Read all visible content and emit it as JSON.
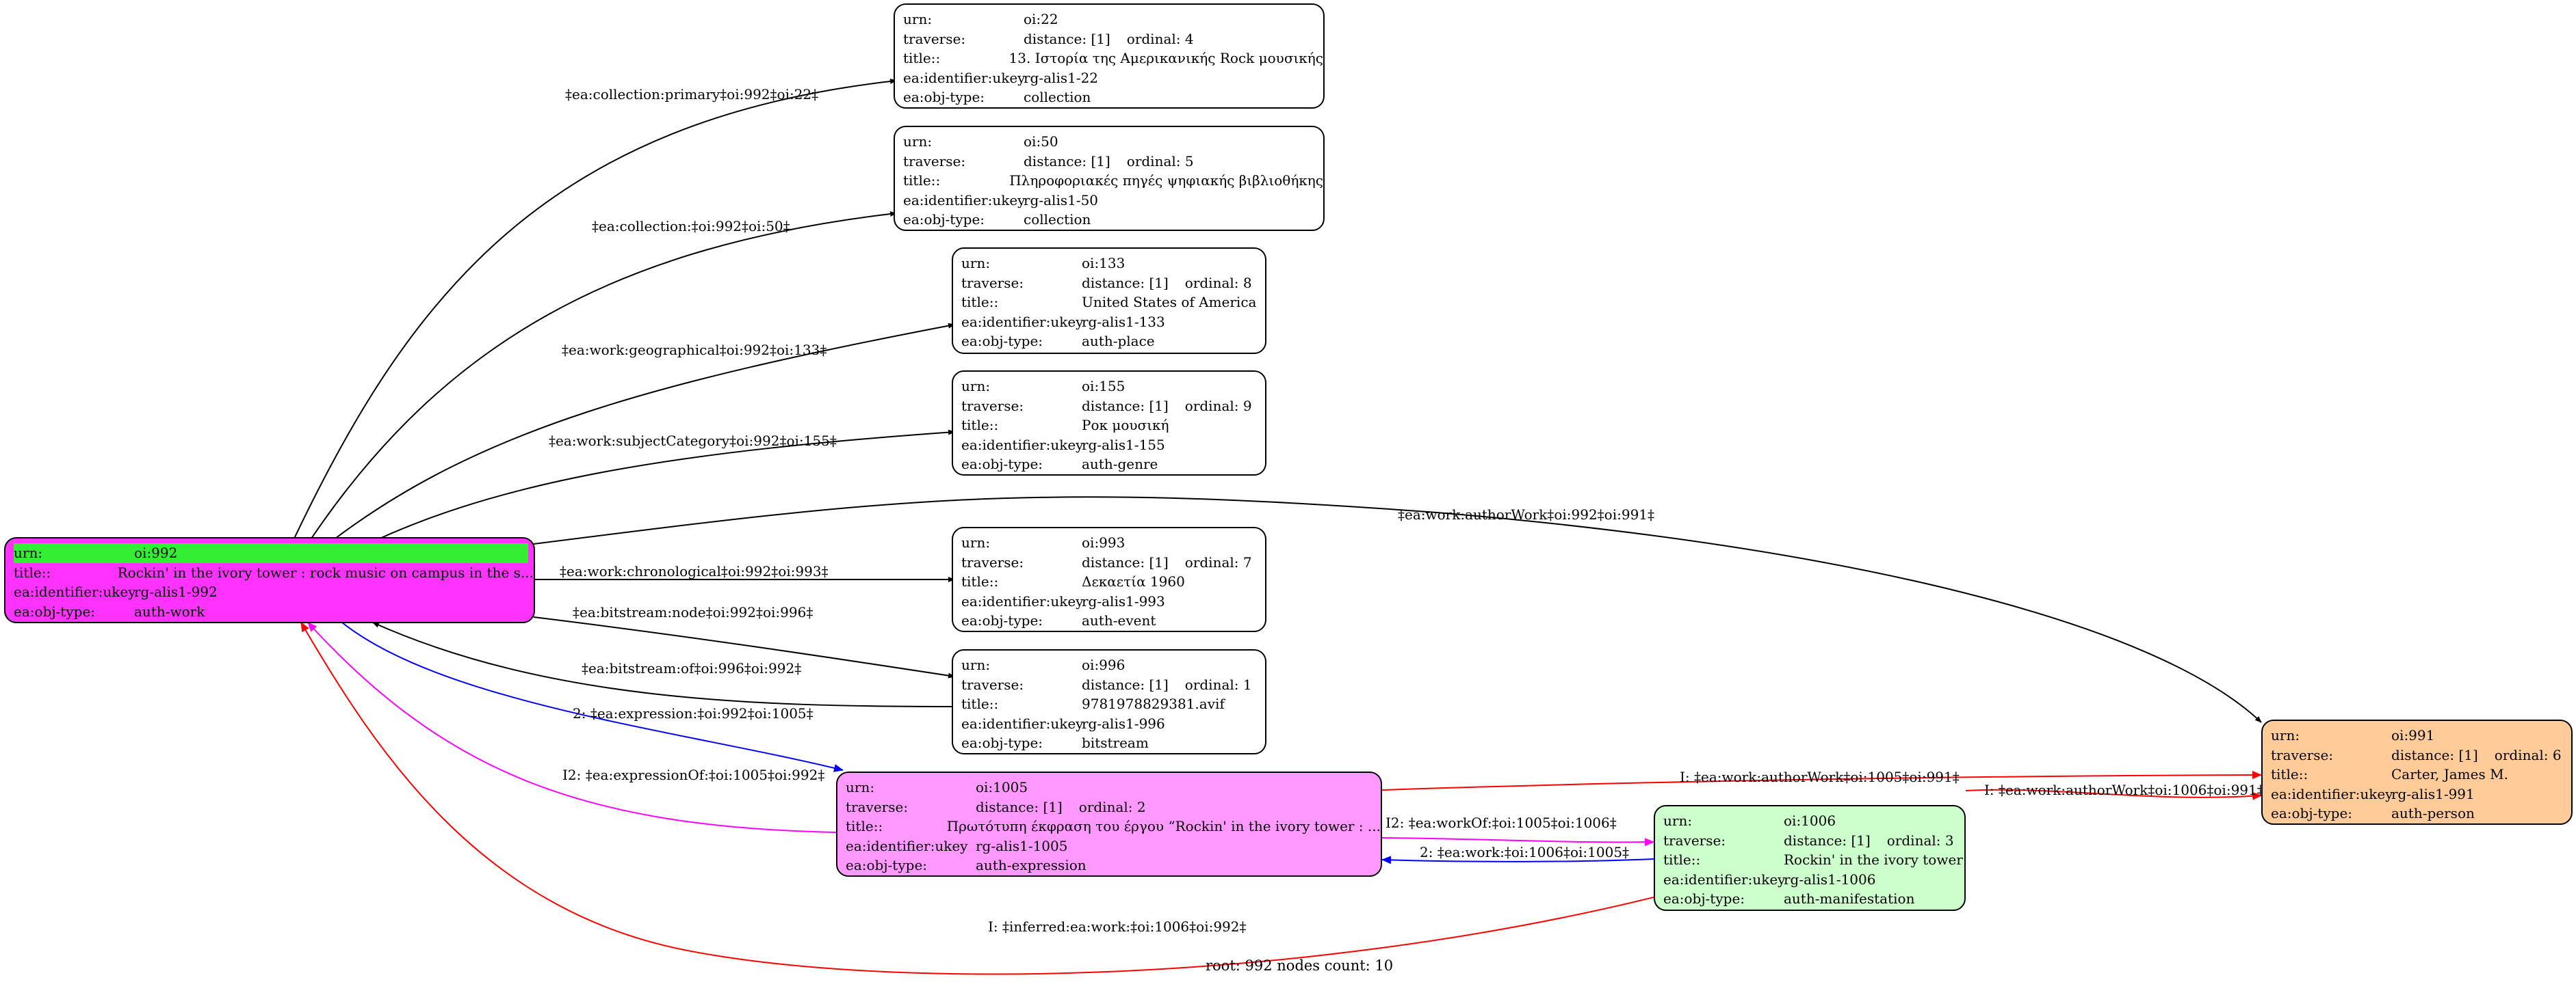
{
  "footer": "root: 992 nodes count: 10",
  "field_labels": {
    "urn": "urn:",
    "traverse": "traverse:",
    "title": "title::",
    "ukey": "ea:identifier:ukey",
    "objtype": "ea:obj-type:"
  },
  "colors": {
    "root": "#ff33ff",
    "root_urn_highlight": "#33ee33",
    "expression": "#ff99ff",
    "manifestation": "#ccffcc",
    "person": "#ffcc99",
    "default": "#ffffff",
    "edge_black": "#000000",
    "edge_blue": "#0000ff",
    "edge_magenta": "#ff00ff",
    "edge_red": "#ff0000"
  },
  "nodes": {
    "n992": {
      "urn": "oi:992",
      "title": "Rockin' in the ivory tower : rock music on campus in the s...",
      "ukey": "rg-alis1-992",
      "objtype": "auth-work"
    },
    "n22": {
      "urn": "oi:22",
      "distance": "distance: [1]",
      "ordinal": "ordinal: 4",
      "title": "13. Ιστορία της Αμερικανικής Rock μουσικής",
      "ukey": "rg-alis1-22",
      "objtype": "collection"
    },
    "n50": {
      "urn": "oi:50",
      "distance": "distance: [1]",
      "ordinal": "ordinal: 5",
      "title": "Πληροφοριακές πηγές ψηφιακής βιβλιοθήκης",
      "ukey": "rg-alis1-50",
      "objtype": "collection"
    },
    "n133": {
      "urn": "oi:133",
      "distance": "distance: [1]",
      "ordinal": "ordinal: 8",
      "title": "United States of America",
      "ukey": "rg-alis1-133",
      "objtype": "auth-place"
    },
    "n155": {
      "urn": "oi:155",
      "distance": "distance: [1]",
      "ordinal": "ordinal: 9",
      "title": "Ροκ μουσική",
      "ukey": "rg-alis1-155",
      "objtype": "auth-genre"
    },
    "n993": {
      "urn": "oi:993",
      "distance": "distance: [1]",
      "ordinal": "ordinal: 7",
      "title": "Δεκαετία 1960",
      "ukey": "rg-alis1-993",
      "objtype": "auth-event"
    },
    "n996": {
      "urn": "oi:996",
      "distance": "distance: [1]",
      "ordinal": "ordinal: 1",
      "title": "9781978829381.avif",
      "ukey": "rg-alis1-996",
      "objtype": "bitstream"
    },
    "n1005": {
      "urn": "oi:1005",
      "distance": "distance: [1]",
      "ordinal": "ordinal: 2",
      "title": "Πρωτότυπη έκφραση του έργου “Rockin' in the ivory tower : ...",
      "ukey": "rg-alis1-1005",
      "objtype": "auth-expression"
    },
    "n1006": {
      "urn": "oi:1006",
      "distance": "distance: [1]",
      "ordinal": "ordinal: 3",
      "title": "Rockin' in the ivory tower",
      "ukey": "rg-alis1-1006",
      "objtype": "auth-manifestation"
    },
    "n991": {
      "urn": "oi:991",
      "distance": "distance: [1]",
      "ordinal": "ordinal: 6",
      "title": "Carter, James M.",
      "ukey": "rg-alis1-991",
      "objtype": "auth-person"
    }
  },
  "edges": {
    "e22": "‡ea:collection:primary‡oi:992‡oi:22‡",
    "e50": "‡ea:collection:‡oi:992‡oi:50‡",
    "e133": "‡ea:work:geographical‡oi:992‡oi:133‡",
    "e155": "‡ea:work:subjectCategory‡oi:992‡oi:155‡",
    "e991": "‡ea:work:authorWork‡oi:992‡oi:991‡",
    "e993": "‡ea:work:chronological‡oi:992‡oi:993‡",
    "e996": "‡ea:bitstream:node‡oi:992‡oi:996‡",
    "e996back": "‡ea:bitstream:of‡oi:996‡oi:992‡",
    "e1005": "2: ‡ea:expression:‡oi:992‡oi:1005‡",
    "e1005back": "I2: ‡ea:expressionOf:‡oi:1005‡oi:992‡",
    "e1005to991": "I: ‡ea:work:authorWork‡oi:1005‡oi:991‡",
    "e1006to991": "I: ‡ea:work:authorWork‡oi:1006‡oi:991‡",
    "e1005to1006": "I2: ‡ea:workOf:‡oi:1005‡oi:1006‡",
    "e1006to1005": "2: ‡ea:work:‡oi:1006‡oi:1005‡",
    "e1006to992": "I: ‡inferred:ea:work:‡oi:1006‡oi:992‡"
  }
}
